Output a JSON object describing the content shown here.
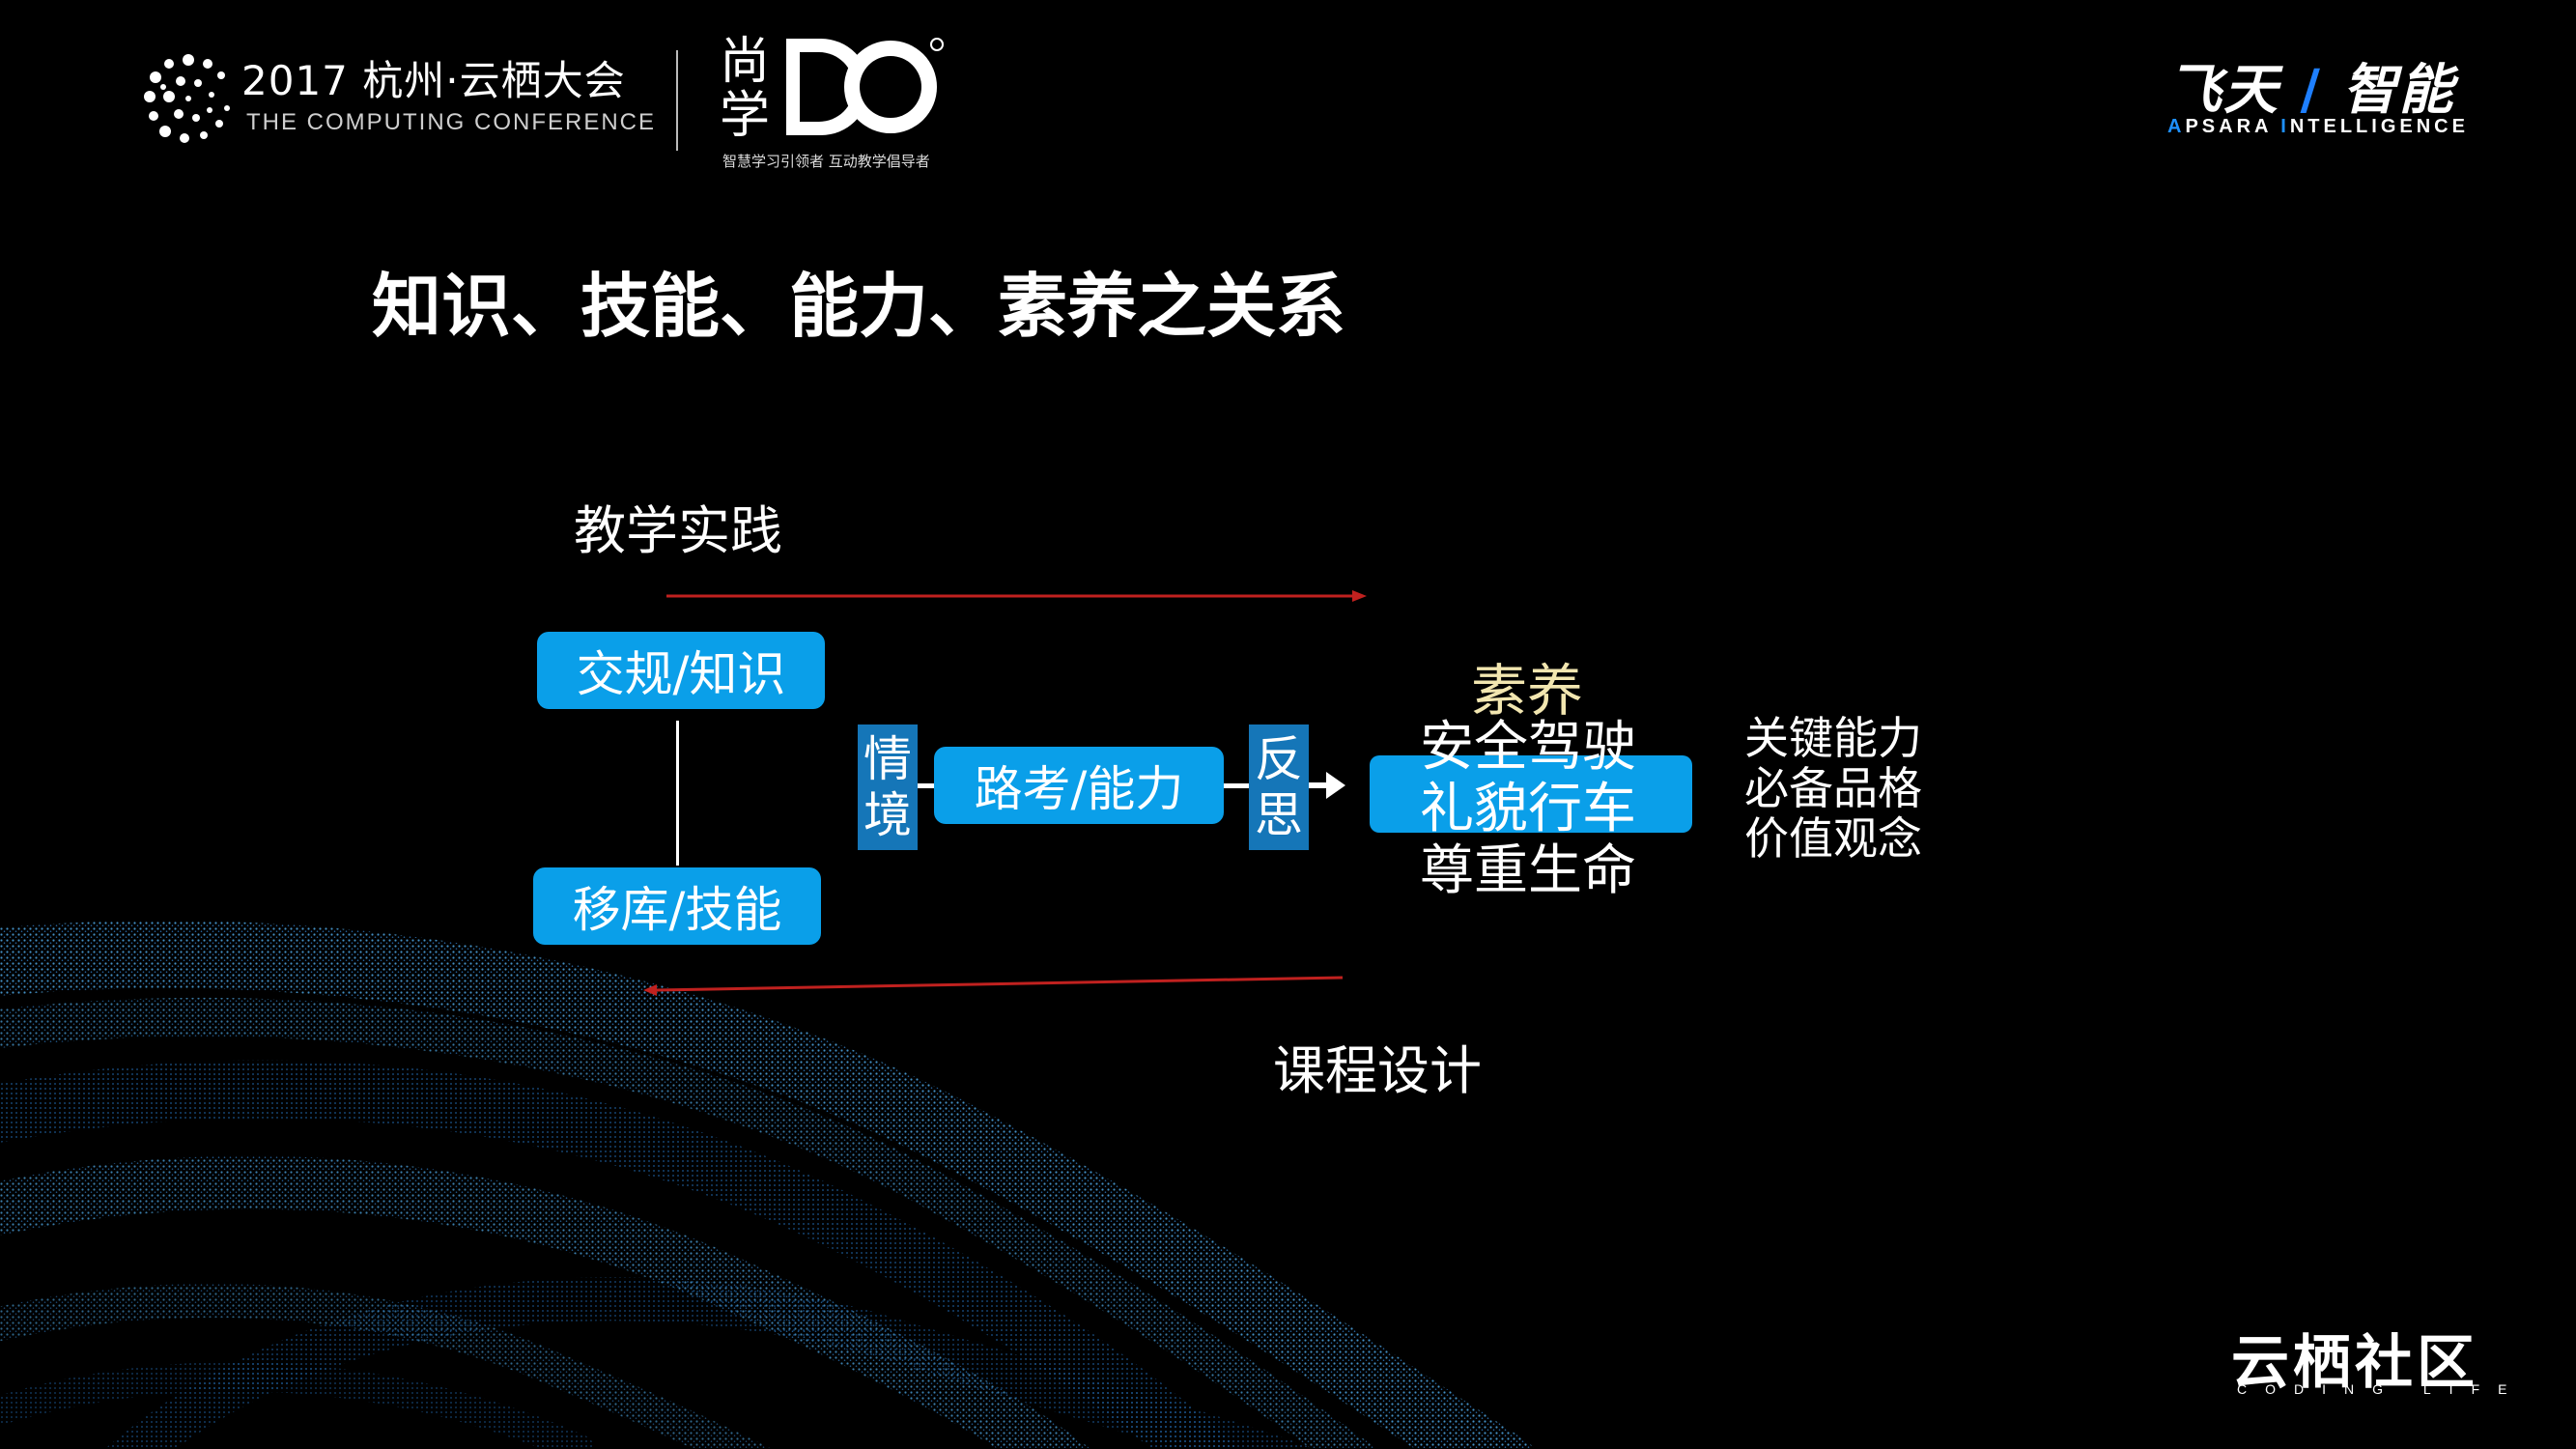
{
  "header": {
    "conference_title": "2017 杭州·云栖大会",
    "conference_subtitle": "THE COMPUTING CONFERENCE",
    "shangxue_chars": [
      "尚",
      "学"
    ],
    "shangxue_tagline": "智慧学习引领者  互动教学倡导者",
    "feitian_title_a": "飞天",
    "feitian_title_b": "智能",
    "feitian_sub_a": "A",
    "feitian_sub_b": "PSARA ",
    "feitian_sub_c": "I",
    "feitian_sub_d": "NTELLIGENCE"
  },
  "slide": {
    "title": "知识、技能、能力、素养之关系",
    "top_label": "教学实践",
    "bottom_label": "课程设计",
    "box_knowledge": "交规/知识",
    "box_skill": "移库/技能",
    "box_situation": [
      "情",
      "境"
    ],
    "box_ability": "路考/能力",
    "box_reflect": [
      "反",
      "思"
    ],
    "suyang_title": "素养",
    "suyang_items": [
      "安全驾驶",
      "礼貌行车",
      "尊重生命"
    ],
    "side_items": [
      "关键能力",
      "必备品格",
      "价值观念"
    ]
  },
  "footer": {
    "community_title": "云栖社区",
    "community_sub": "CODING LIFE"
  },
  "colors": {
    "background": "#000000",
    "box_blue": "#0a9fe9",
    "vbox_blue": "#1576b8",
    "arrow_red": "#c0211f",
    "suyang_yellow": "#f2e6b0",
    "accent_blue": "#1e7fff"
  }
}
